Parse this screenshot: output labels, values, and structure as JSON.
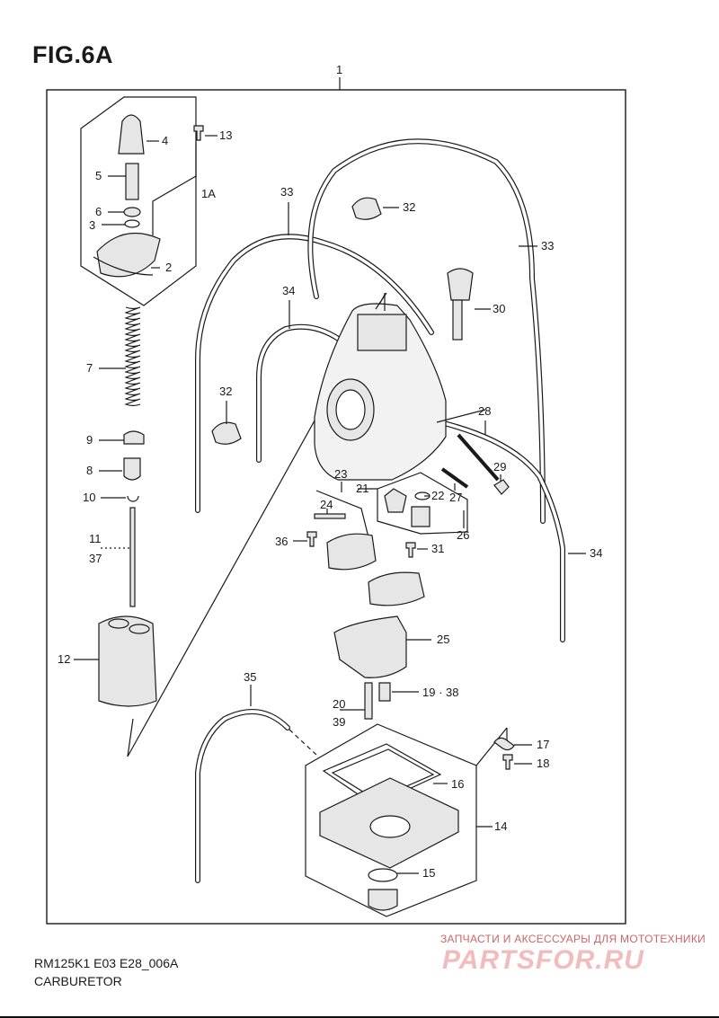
{
  "figure": {
    "title": "FIG.6A",
    "model_code": "RM125K1 E03 E28_006A",
    "section_name": "CARBURETOR"
  },
  "watermark": {
    "tagline": "ЗАПЧАСТИ И АКСЕССУАРЫ ДЛЯ МОТОТЕХНИКИ",
    "logo": "PARTSFOR.RU"
  },
  "callouts": {
    "c1": "1",
    "c1A": "1A",
    "c2": "2",
    "c3": "3",
    "c4": "4",
    "c5": "5",
    "c6": "6",
    "c7": "7",
    "c8": "8",
    "c9": "9",
    "c10": "10",
    "c11": "11",
    "c37": "37",
    "c12": "12",
    "c13": "13",
    "c14": "14",
    "c15": "15",
    "c16": "16",
    "c17": "17",
    "c18": "18",
    "c19_38": "19 · 38",
    "c20": "20",
    "c39": "39",
    "c21": "21",
    "c22": "22",
    "c23": "23",
    "c24": "24",
    "c25": "25",
    "c26": "26",
    "c27": "27",
    "c28": "28",
    "c29": "29",
    "c30": "30",
    "c31": "31",
    "c32a": "32",
    "c32b": "32",
    "c33a": "33",
    "c33b": "33",
    "c34a": "34",
    "c34b": "34",
    "c35": "35",
    "c36": "36"
  },
  "colors": {
    "line": "#1a1a1a",
    "part_fill": "#e6e6e6",
    "watermark": "#f2bcbc"
  }
}
